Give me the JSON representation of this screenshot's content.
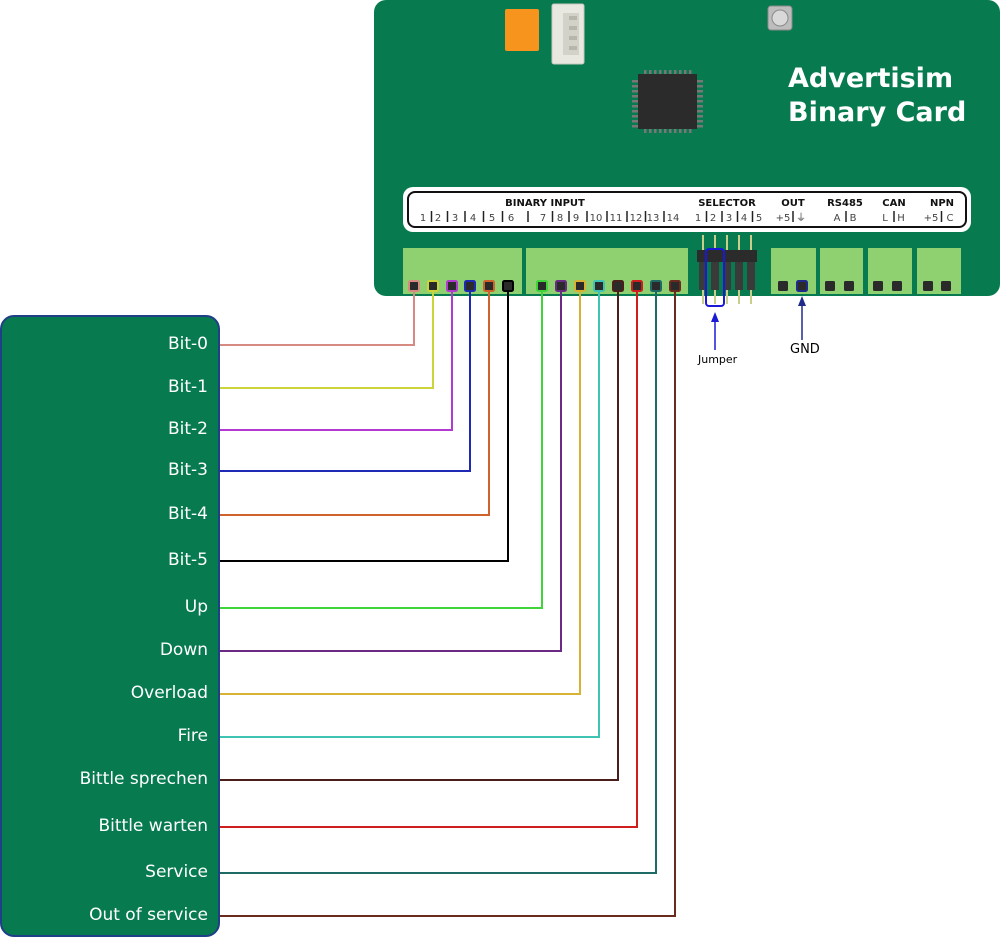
{
  "board": {
    "title_line1": "Advertisim",
    "title_line2": "Binary Card",
    "strip": {
      "groups": [
        {
          "key": "binary_input",
          "title": "BINARY INPUT",
          "pins": [
            "1",
            "2",
            "3",
            "4",
            "5",
            "6",
            "7",
            "8",
            "9",
            "10",
            "11",
            "12",
            "13",
            "14"
          ]
        },
        {
          "key": "selector",
          "title": "SELECTOR",
          "pins": [
            "1",
            "2",
            "3",
            "4",
            "5"
          ]
        },
        {
          "key": "out",
          "title": "OUT",
          "pins": [
            "+5",
            "⏚"
          ]
        },
        {
          "key": "rs485",
          "title": "RS485",
          "pins": [
            "A",
            "B"
          ]
        },
        {
          "key": "can",
          "title": "CAN",
          "pins": [
            "L",
            "H"
          ]
        },
        {
          "key": "npn",
          "title": "NPN",
          "pins": [
            "+5",
            "C"
          ]
        }
      ]
    },
    "callouts": {
      "jumper": "Jumper",
      "gnd": "GND"
    }
  },
  "colors": {
    "board": "#077b4f",
    "terminal": "#8fd170",
    "jumper_marker": "#1a1ad6",
    "gnd_marker": "#1f2a8a"
  },
  "signals": [
    {
      "label": "Bit-0",
      "color": "#d68a82"
    },
    {
      "label": "Bit-1",
      "color": "#cdd43a"
    },
    {
      "label": "Bit-2",
      "color": "#b23ad0"
    },
    {
      "label": "Bit-3",
      "color": "#1e2ab4"
    },
    {
      "label": "Bit-4",
      "color": "#d0622c"
    },
    {
      "label": "Bit-5",
      "color": "#000000"
    },
    {
      "label": "Up",
      "color": "#3fd43a"
    },
    {
      "label": "Down",
      "color": "#6a2a86"
    },
    {
      "label": "Overload",
      "color": "#d8b232"
    },
    {
      "label": "Fire",
      "color": "#3fc4b4"
    },
    {
      "label": "Bittle sprechen",
      "color": "#4a1e1a"
    },
    {
      "label": "Bittle warten",
      "color": "#d01e1e"
    },
    {
      "label": "Service",
      "color": "#1e6a66"
    },
    {
      "label": "Out of service",
      "color": "#6a2a1e"
    }
  ]
}
